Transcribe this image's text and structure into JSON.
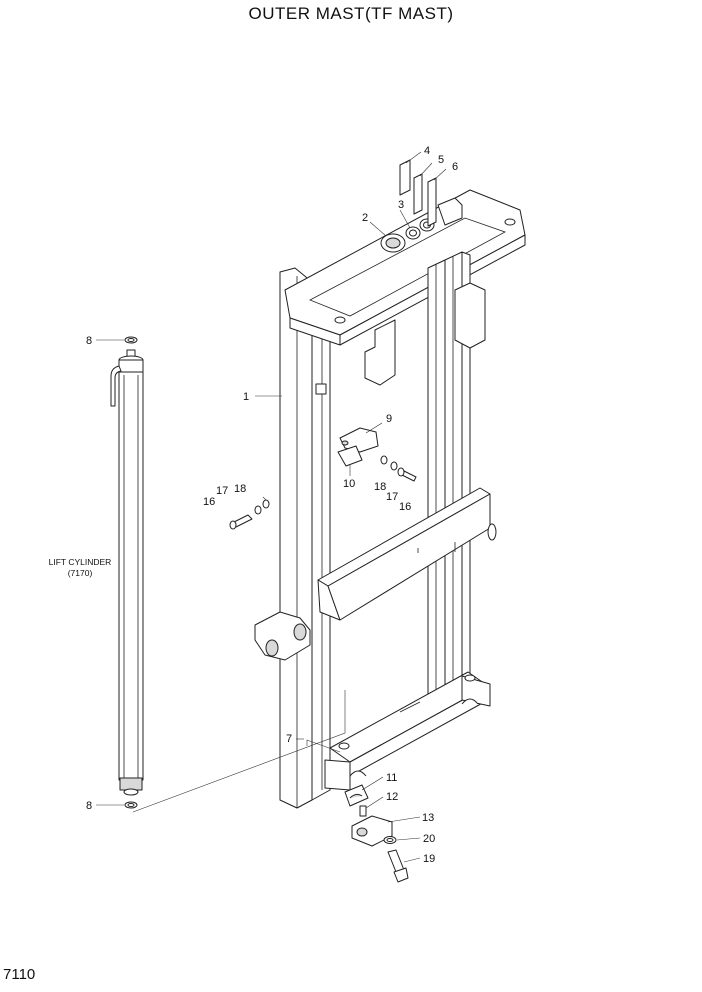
{
  "title": "OUTER MAST(TF MAST)",
  "page_number": "7110",
  "lift_cylinder": {
    "line1": "LIFT CYLINDER",
    "line2": "(7170)"
  },
  "callouts": {
    "c1": "1",
    "c2": "2",
    "c3": "3",
    "c4": "4",
    "c5": "5",
    "c6": "6",
    "c7": "7",
    "c8a": "8",
    "c8b": "8",
    "c9": "9",
    "c10": "10",
    "c11": "11",
    "c12": "12",
    "c13": "13",
    "c16a": "16",
    "c17a": "17",
    "c18a": "18",
    "c16b": "16",
    "c17b": "17",
    "c18b": "18",
    "c19": "19",
    "c20": "20"
  }
}
